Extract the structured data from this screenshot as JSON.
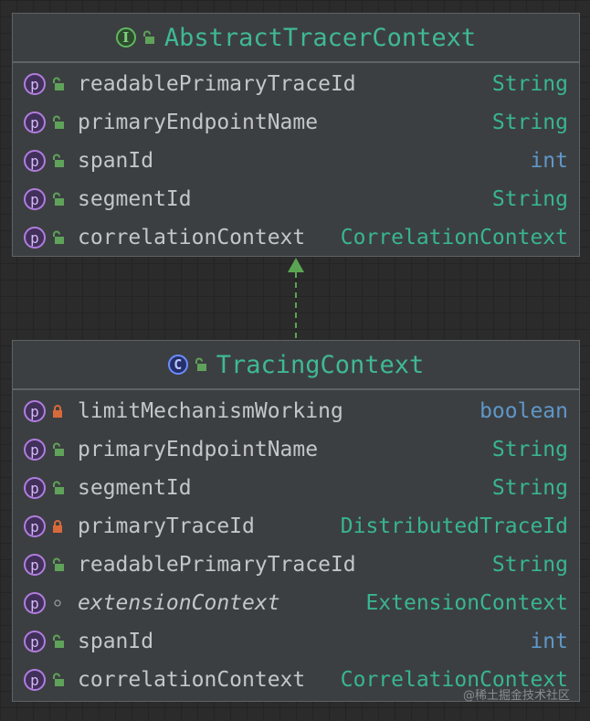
{
  "interface_node": {
    "title": "AbstractTracerContext",
    "badge": "I",
    "fields": [
      {
        "badge": "p",
        "lock": "green",
        "name": "readablePrimaryTraceId",
        "type": "String",
        "type_color": "teal",
        "italic": false
      },
      {
        "badge": "p",
        "lock": "green",
        "name": "primaryEndpointName",
        "type": "String",
        "type_color": "teal",
        "italic": false
      },
      {
        "badge": "p",
        "lock": "green",
        "name": "spanId",
        "type": "int",
        "type_color": "blue",
        "italic": false
      },
      {
        "badge": "p",
        "lock": "green",
        "name": "segmentId",
        "type": "String",
        "type_color": "teal",
        "italic": false
      },
      {
        "badge": "p",
        "lock": "green",
        "name": "correlationContext",
        "type": "CorrelationContext",
        "type_color": "teal",
        "italic": false
      }
    ]
  },
  "class_node": {
    "title": "TracingContext",
    "badge": "C",
    "fields": [
      {
        "badge": "p",
        "lock": "red",
        "name": "limitMechanismWorking",
        "type": "boolean",
        "type_color": "blue",
        "italic": false
      },
      {
        "badge": "p",
        "lock": "green",
        "name": "primaryEndpointName",
        "type": "String",
        "type_color": "teal",
        "italic": false
      },
      {
        "badge": "p",
        "lock": "green",
        "name": "segmentId",
        "type": "String",
        "type_color": "teal",
        "italic": false
      },
      {
        "badge": "p",
        "lock": "red",
        "name": "primaryTraceId",
        "type": "DistributedTraceId",
        "type_color": "teal",
        "italic": false
      },
      {
        "badge": "p",
        "lock": "green",
        "name": "readablePrimaryTraceId",
        "type": "String",
        "type_color": "teal",
        "italic": false
      },
      {
        "badge": "p",
        "lock": "dot",
        "name": "extensionContext",
        "type": "ExtensionContext",
        "type_color": "teal",
        "italic": true
      },
      {
        "badge": "p",
        "lock": "green",
        "name": "spanId",
        "type": "int",
        "type_color": "blue",
        "italic": false
      },
      {
        "badge": "p",
        "lock": "green",
        "name": "correlationContext",
        "type": "CorrelationContext",
        "type_color": "teal",
        "italic": false
      }
    ]
  },
  "relationship": {
    "type": "implements",
    "line": "dashed",
    "color": "#5aa552"
  },
  "watermark": "@稀土掘金技术社区",
  "colors": {
    "background": "#2b2b2b",
    "node_bg": "#3c3f41",
    "title": "#3fb993",
    "field_name": "#c3c7ca",
    "type_teal": "#38b593",
    "type_blue": "#5f97c9",
    "lock_green": "#5fa35a",
    "lock_red": "#d76a3a"
  }
}
